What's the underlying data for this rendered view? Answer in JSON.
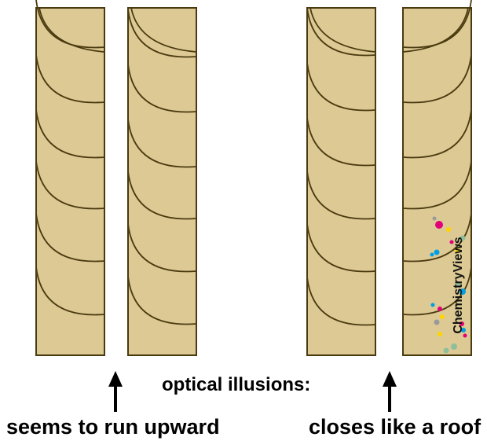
{
  "illusion": {
    "title": "optical illusions:",
    "captions": {
      "left": "seems to run upward",
      "right": "closes like a roof"
    }
  },
  "colors": {
    "strip_fill": "#dcc994",
    "strip_stroke": "#4a3a10",
    "arrow": "#000000",
    "logo_dots": [
      "#e2007a",
      "#009fe3",
      "#ffd500",
      "#8fbf9a",
      "#9a9a9a"
    ]
  },
  "logo": {
    "text": "ChemistryViews"
  }
}
